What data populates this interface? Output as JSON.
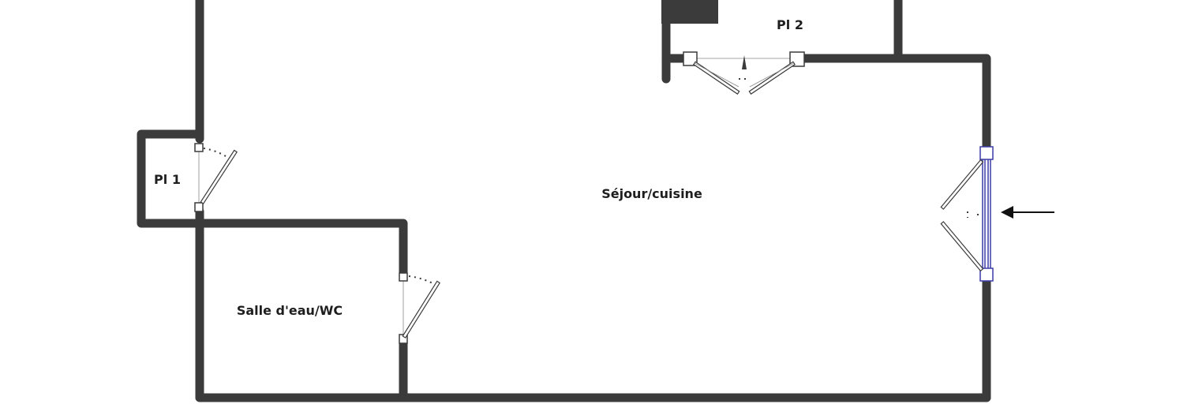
{
  "rooms": {
    "pl1": "Pl 1",
    "pl2": "Pl 2",
    "sejour": "Séjour/cuisine",
    "salle": "Salle d'eau/WC"
  },
  "colors": {
    "wall": "#3b3b3b",
    "window_frame": "#3c3ca8",
    "arrow": "#111111"
  }
}
